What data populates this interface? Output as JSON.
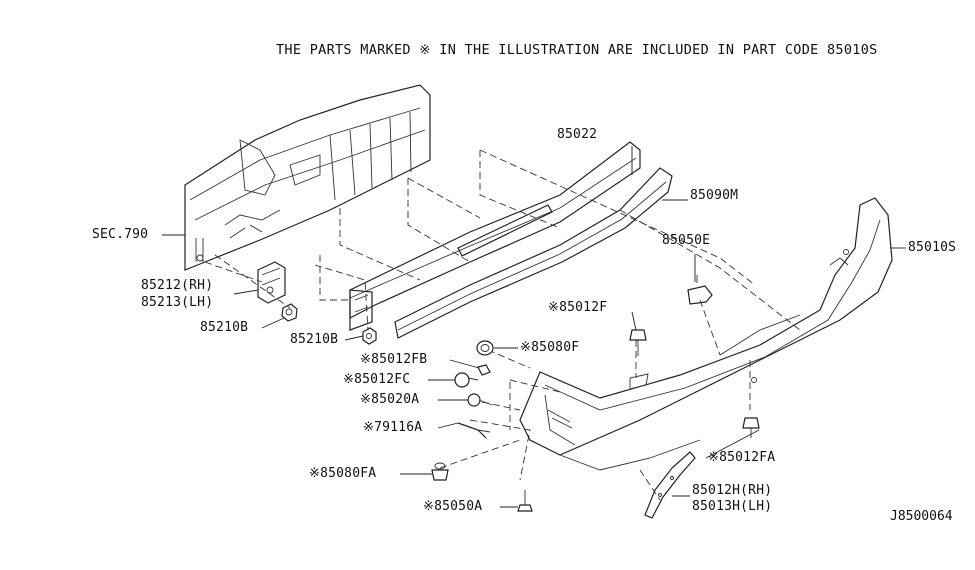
{
  "note": "THE PARTS MARKED ※ IN THE ILLUSTRATION ARE INCLUDED IN PART CODE 85010S",
  "diagram_code": "J8500064",
  "labels": {
    "p85022": "85022",
    "p85090M": "85090M",
    "p85050E": "85050E",
    "p85010S": "85010S",
    "sec790": "SEC.790",
    "p85212": "85212(RH)",
    "p85213": "85213(LH)",
    "p85210B_1": "85210B",
    "p85210B_2": "85210B",
    "p85012F": "※85012F",
    "p85080F": "※85080F",
    "p85012FB": "※85012FB",
    "p85012FC": "※85012FC",
    "p85020A": "※85020A",
    "p79116A": "※79116A",
    "p85080FA": "※85080FA",
    "p85050A": "※85050A",
    "p85012FA": "※85012FA",
    "p85012H": "85012H(RH)",
    "p85013H": "85013H(LH)"
  }
}
